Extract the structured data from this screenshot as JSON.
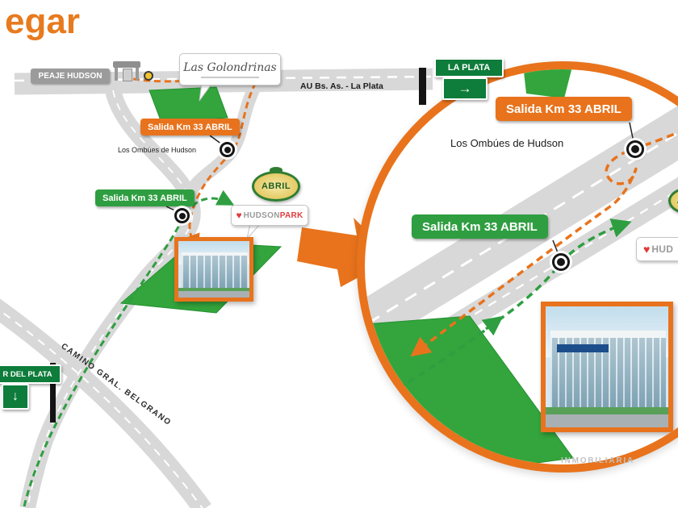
{
  "page": {
    "title_fragment": "egar",
    "watermark": "INMOBILIARIA"
  },
  "colors": {
    "accent_orange": "#E8731C",
    "exit_green": "#2F9E41",
    "sign_dark_green": "#0E7C3A",
    "park_green": "#33A53C",
    "road_gray": "#D8D8D8"
  },
  "icons": {
    "right_arrow": "→",
    "down_arrow": "↓",
    "heart": "♥"
  },
  "signs": {
    "peaje_hudson": "PEAJE HUDSON",
    "las_golondrinas": "Las Golondrinas",
    "la_plata": "LA PLATA",
    "highway_label": "AU Bs. As. - La Plata",
    "salida_orange": "Salida Km 33 ABRIL",
    "salida_green": "Salida Km 33 ABRIL",
    "los_ombues": "Los Ombúes de Hudson",
    "abril": "ABRIL",
    "hudson_park_word1": "HUDSON",
    "hudson_park_word2": "PARK",
    "hudson_partial": "HUD",
    "camino_label": "CAMINO GRAL. BELGRANO",
    "mar_del_plata": "R DEL PLATA"
  },
  "inset": {
    "salida_orange": "Salida Km 33 ABRIL",
    "salida_green": "Salida Km 33 ABRIL",
    "los_ombues": "Los Ombúes de Hudson"
  }
}
